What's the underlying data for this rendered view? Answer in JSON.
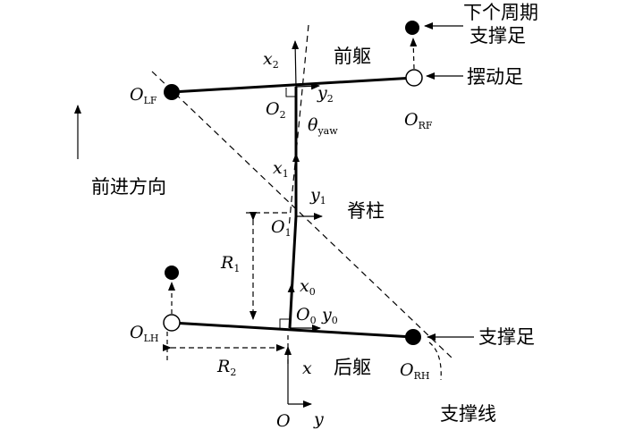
{
  "labels": {
    "forward_direction": "前进方向",
    "front_body": "前躯",
    "rear_body": "后躯",
    "spine": "脊柱",
    "swing_foot": "摆动足",
    "support_foot": "支撑足",
    "next_period_line1": "下个周期",
    "next_period_line2": "支撑足",
    "support_line": "支撑线"
  },
  "symbols": {
    "O": "O",
    "x": "x",
    "y": "y",
    "R": "R",
    "theta": "θ",
    "sub_LF": "LF",
    "sub_RF": "RF",
    "sub_LH": "LH",
    "sub_RH": "RH",
    "sub_yaw": "yaw",
    "sub_0": "0",
    "sub_1": "1",
    "sub_2": "2"
  },
  "colors": {
    "stroke": "#000000",
    "background": "#ffffff"
  }
}
